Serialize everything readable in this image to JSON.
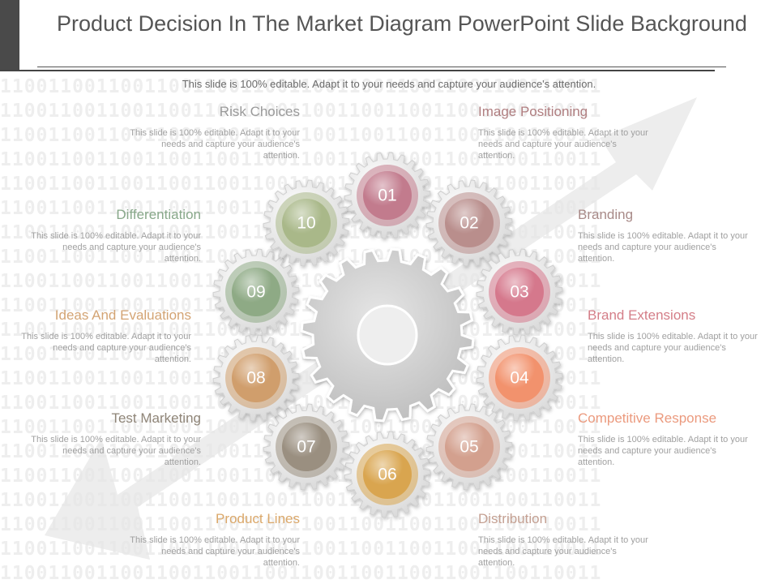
{
  "slide": {
    "title": "Product Decision In The Market Diagram PowerPoint Slide Background",
    "subtitle": "This slide is 100% editable. Adapt it to your needs and capture your audience's attention."
  },
  "background": {
    "binary_rows": [
      "11001100110011001100110011001100110011001100110011",
      "11001100110011001100110011001100110011001100110011",
      "11001100110011001100110011001100110011001100110011",
      "11001100110011001100110011001100110011001100110011",
      "11001100110011001100110011001100110011001100110011",
      "11001100110011001100110011001100110011001100110011",
      "11001100110011001100110011001100110011001100110011",
      "11001100110011001100110011001100110011001100110011",
      "11001100110011001100110011001100110011001100110011",
      "11001100110011001100110011001100110011001100110011",
      "11001100110011001100110011001100110011001100110011",
      "11001100110011001100110011001100110011001100110011",
      "11001100110011001100110011001100110011001100110011",
      "11001100110011001100110011001100110011001100110011",
      "11001100110011001100110011001100110011001100110011",
      "11001100110011001100110011001100110011001100110011",
      "11001100110011001100110011001100110011001100110011",
      "11001100110011001100110011001100110011001100110011",
      "11001100110011001100110011001100110011001100110011",
      "11001100110011001100110011001100110011001100110011",
      "11001100110011001100110011001100110011001100110011"
    ]
  },
  "gears": [
    {
      "number": "01",
      "color": "#c27b8d",
      "heading": "Risk Choices",
      "heading_color": "#9a9a9a",
      "description": "This slide is 100% editable. Adapt it to your needs and capture your audience's attention."
    },
    {
      "number": "02",
      "color": "#b98e8c",
      "heading": "Image Positioning",
      "heading_color": "#b07e80",
      "description": "This slide is 100% editable. Adapt it to your needs and capture your audience's attention."
    },
    {
      "number": "03",
      "color": "#d5788c",
      "heading": "Branding",
      "heading_color": "#a88a88",
      "description": "This slide is 100% editable. Adapt it to your needs and capture your audience's attention."
    },
    {
      "number": "04",
      "color": "#f2926d",
      "heading": "Brand Extensions",
      "heading_color": "#d47e88",
      "description": "This slide is 100% editable. Adapt it to your needs and capture your audience's attention."
    },
    {
      "number": "05",
      "color": "#d3a08e",
      "heading": "Competitive Response",
      "heading_color": "#eb9a7e",
      "description": "This slide is 100% editable. Adapt it to your needs and capture your audience's attention."
    },
    {
      "number": "06",
      "color": "#d9a54f",
      "heading": "Distribution",
      "heading_color": "#c4a092",
      "description": "This slide is 100% editable. Adapt it to your needs and capture your audience's attention."
    },
    {
      "number": "07",
      "color": "#9a8f80",
      "heading": "Product Lines",
      "heading_color": "#dba86a",
      "description": "This slide is 100% editable. Adapt it to your needs and capture your audience's attention."
    },
    {
      "number": "08",
      "color": "#d09e6c",
      "heading": "Test Marketing",
      "heading_color": "#8f8578",
      "description": "This slide is 100% editable. Adapt it to your needs and capture your audience's attention."
    },
    {
      "number": "09",
      "color": "#8eaa85",
      "heading": "Ideas And Evaluations",
      "heading_color": "#d3a474",
      "description": "This slide is 100% editable. Adapt it to your needs and capture your audience's attention."
    },
    {
      "number": "10",
      "color": "#a9b889",
      "heading": "Differentiation",
      "heading_color": "#88a88a",
      "description": "This slide is 100% editable. Adapt it to your needs and capture your audience's attention."
    }
  ]
}
